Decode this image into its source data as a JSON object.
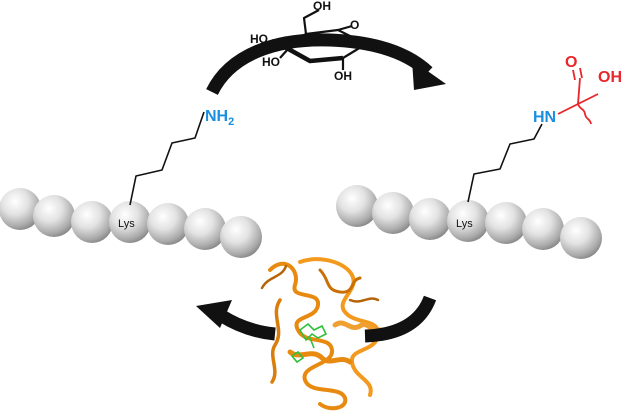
{
  "left_chain": {
    "residue_label": "Lys",
    "amine_label": "NH",
    "amine_subscript": "2"
  },
  "right_chain": {
    "residue_label": "Lys",
    "amine_label": "HN"
  },
  "sugar": {
    "oh_top": "OH",
    "ho_upper_left": "HO",
    "ho_lower_left": "HO",
    "oh_right": "OH",
    "oh_bottom": "OH"
  },
  "acid": {
    "oxygen": "O",
    "oh": "OH"
  },
  "colors": {
    "amine_blue": "#1a8fe0",
    "acid_red": "#e8262b",
    "bead_gray": "#c9c9c9",
    "arrow_black": "#111111",
    "protein_orange": "#e88a10",
    "ligand_green": "#2fbf3a"
  },
  "icons": {
    "forward_arrow": "curved-arrow-icon",
    "return_arrow": "curved-arrow-icon",
    "enzyme": "protein-ribbon-icon"
  }
}
